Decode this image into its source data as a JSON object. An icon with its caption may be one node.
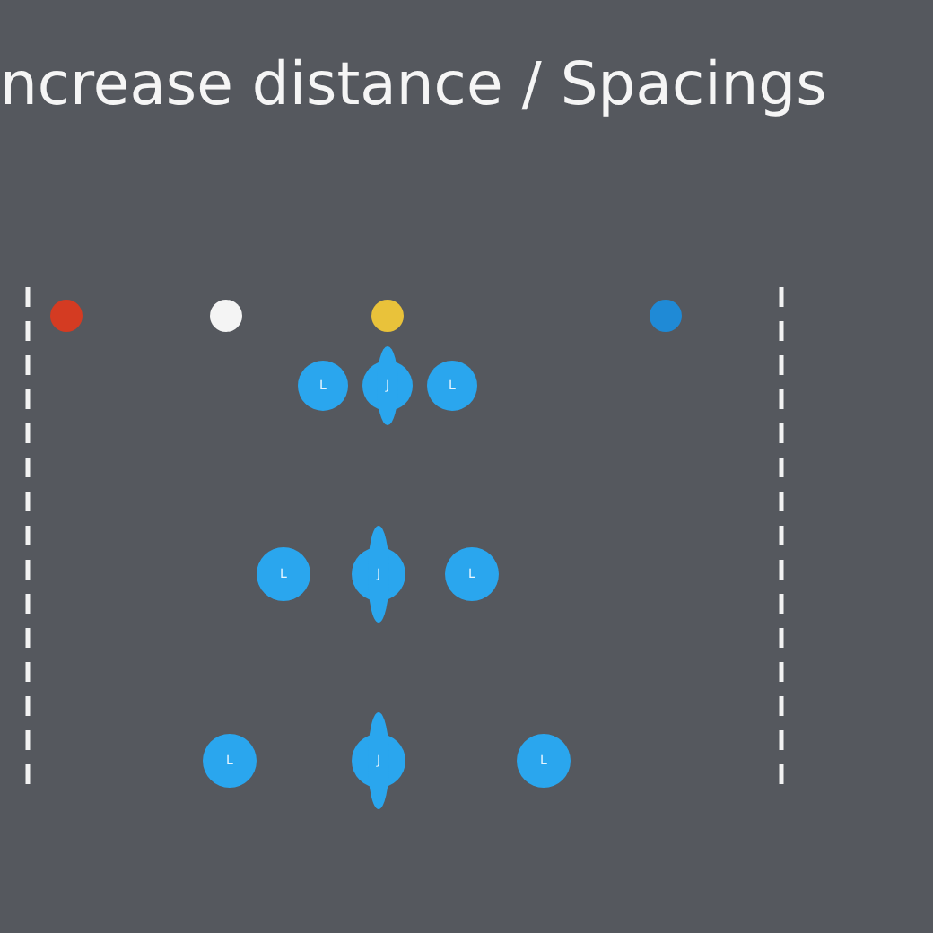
{
  "diagram": {
    "title": "ncrease distance / Spacings",
    "nodes": [
      {
        "text": [],
        "shape": "circle"
      },
      {
        "text": [],
        "shape": "circle"
      },
      {
        "text": [],
        "shape": "circle"
      },
      {
        "text": [],
        "shape": "circle"
      },
      {
        "text": [
          "L"
        ]
      },
      {
        "text": [
          "J"
        ]
      },
      {
        "text": [
          "L"
        ]
      },
      {
        "text": [
          "L"
        ]
      },
      {
        "text": [
          "J"
        ]
      },
      {
        "text": [
          "L"
        ]
      },
      {
        "text": [
          "L"
        ]
      },
      {
        "text": [
          "J"
        ]
      },
      {
        "text": [
          "L"
        ]
      }
    ]
  }
}
